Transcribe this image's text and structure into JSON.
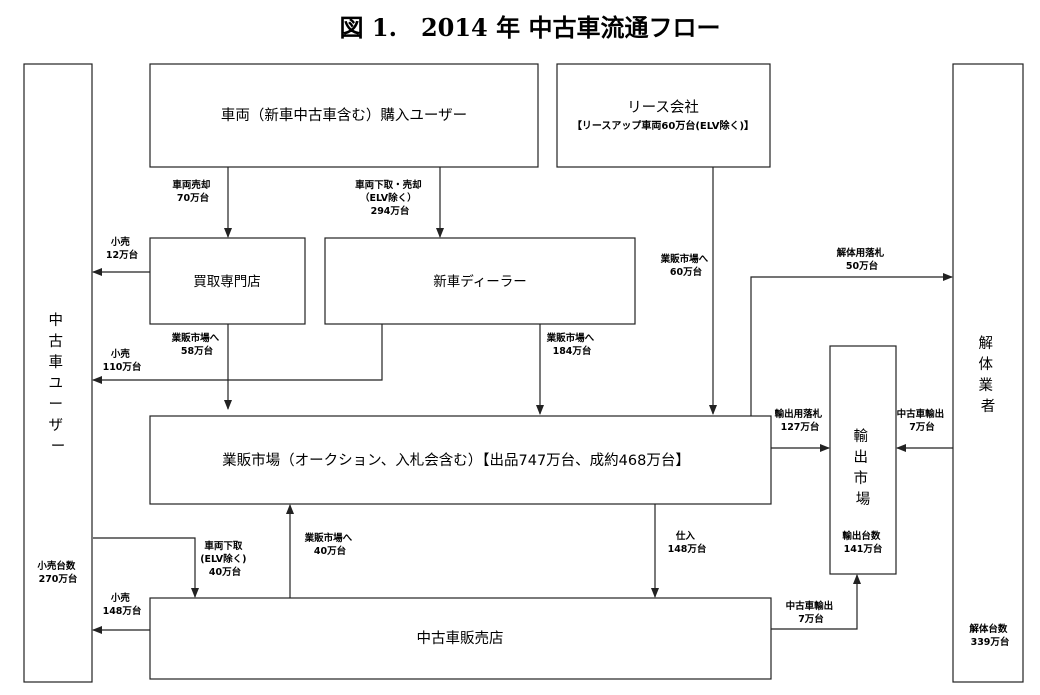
{
  "title": "図 1.　2014 年  中古車流通フロー",
  "boxes": {
    "user_top": "車両（新車中古車含む）購入ユーザー",
    "lease": "リース会社",
    "lease_sub": "【リースアップ車両60万台(ELV除く)】",
    "kaitori": "買取専門店",
    "dealer": "新車ディーラー",
    "auction": "業販市場（オークション、入札会含む）【出品747万台、成約468万台】",
    "export_market": [
      "輸",
      "出",
      "市",
      "場"
    ],
    "retailer": "中古車販売店",
    "used_user": [
      "中",
      "古",
      "車",
      "ユ",
      "ー",
      "ザ",
      "ー"
    ],
    "dismantler": [
      "解",
      "体",
      "業",
      "者"
    ]
  },
  "labels": {
    "sell_line1": "車両売却",
    "sell_line2": "70万台",
    "tradein_line1": "車両下取・売却",
    "tradein_line2": "（ELV除く）",
    "tradein_line3": "294万台",
    "retail12_line1": "小売",
    "retail12_line2": "12万台",
    "to_auction_lease_line1": "業販市場へ",
    "to_auction_lease_line2": "60万台",
    "dismantle_bid_line1": "解体用落札",
    "dismantle_bid_line2": "50万台",
    "to_auction58_line1": "業販市場へ",
    "to_auction58_line2": "58万台",
    "retail110_line1": "小売",
    "retail110_line2": "110万台",
    "to_auction184_line1": "業販市場へ",
    "to_auction184_line2": "184万台",
    "export_bid_line1": "輸出用落札",
    "export_bid_line2": "127万台",
    "export7a_line1": "中古車輸出",
    "export7a_line2": "7万台",
    "tradein40_line1": "車両下取",
    "tradein40_line2": "(ELV除く)",
    "tradein40_line3": "40万台",
    "to_auction40_line1": "業販市場へ",
    "to_auction40_line2": "40万台",
    "purchase_line1": "仕入",
    "purchase_line2": "148万台",
    "export_count_line1": "輸出台数",
    "export_count_line2": "141万台",
    "retail_total_line1": "小売台数",
    "retail_total_line2": "270万台",
    "retail148_line1": "小売",
    "retail148_line2": "148万台",
    "export7b_line1": "中古車輸出",
    "export7b_line2": "7万台",
    "dismantle_total_line1": "解体台数",
    "dismantle_total_line2": "339万台"
  }
}
